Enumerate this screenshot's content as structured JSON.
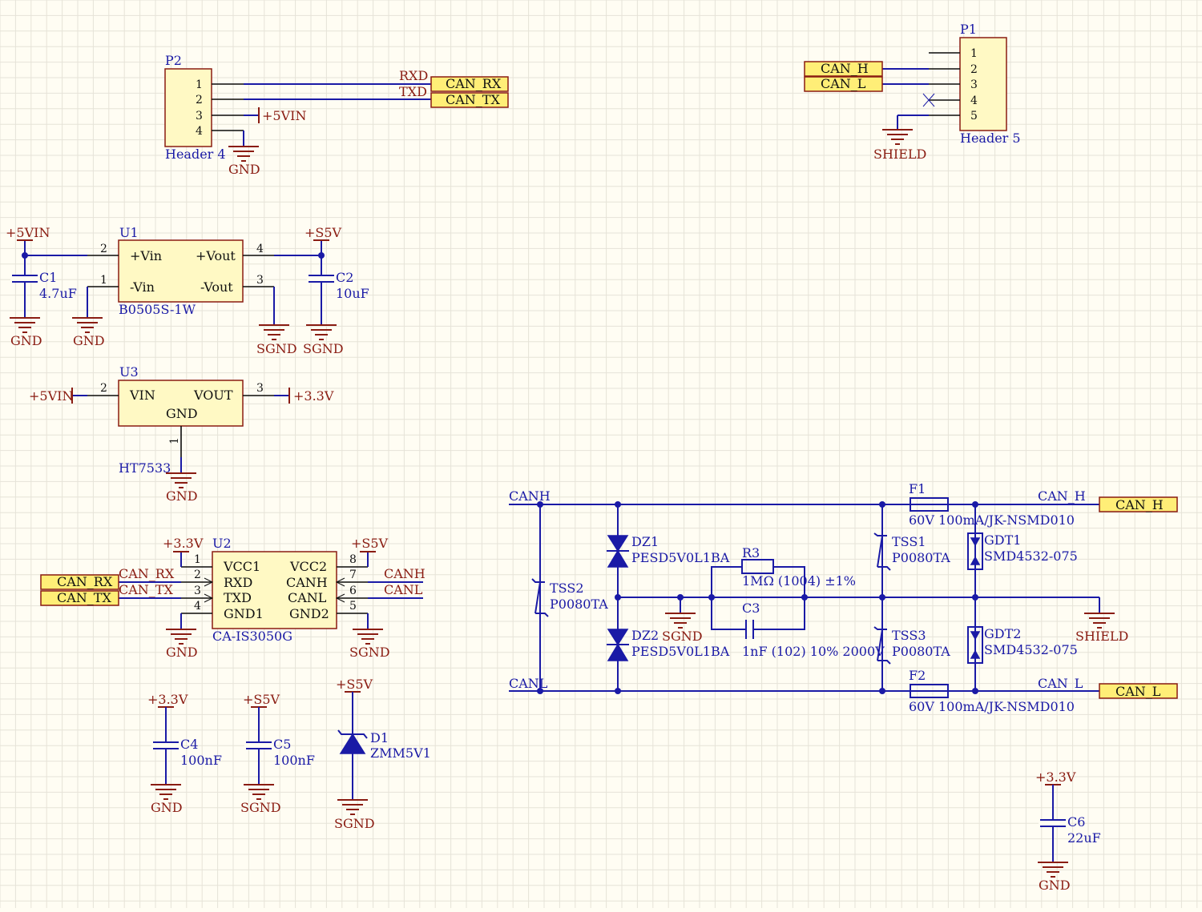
{
  "colors": {
    "background": "#fffdf3",
    "grid": "#e6e3d8",
    "wire": "#1a1aa6",
    "power_symbol": "#8a1c12",
    "component_body": "#fff9c4",
    "port_fill": "#ffee77"
  },
  "p2": {
    "designator": "P2",
    "value": "Header 4",
    "pins": [
      "1",
      "2",
      "3",
      "4"
    ],
    "net_rxd": "RXD",
    "net_txd": "TXD",
    "pwr": "+5VIN",
    "gnd": "GND",
    "port_rx": "CAN_RX",
    "port_tx": "CAN_TX"
  },
  "p1": {
    "designator": "P1",
    "value": "Header 5",
    "pins": [
      "1",
      "2",
      "3",
      "4",
      "5"
    ],
    "port_h": "CAN_H",
    "port_l": "CAN_L",
    "shield": "SHIELD"
  },
  "u1": {
    "designator": "U1",
    "value": "B0505S-1W",
    "pin_vin_pos": "+Vin",
    "pin_vin_neg": "-Vin",
    "pin_vout_pos": "+Vout",
    "pin_vout_neg": "-Vout",
    "pin_nums": [
      "2",
      "1",
      "4",
      "3"
    ]
  },
  "c1": {
    "designator": "C1",
    "value": "4.7uF"
  },
  "c2": {
    "designator": "C2",
    "value": "10uF"
  },
  "u1_nets": {
    "vin": "+5VIN",
    "s5v": "+S5V",
    "gnd": "GND",
    "sgnd": "SGND"
  },
  "u3": {
    "designator": "U3",
    "value": "HT7533",
    "pin_vin": "VIN",
    "pin_vout": "VOUT",
    "pin_gnd": "GND",
    "pin_nums": [
      "2",
      "3",
      "1"
    ],
    "net_in": "+5VIN",
    "net_out": "+3.3V",
    "net_gnd": "GND"
  },
  "u2": {
    "designator": "U2",
    "value": "CA-IS3050G",
    "left_pins": [
      "VCC1",
      "RXD",
      "TXD",
      "GND1"
    ],
    "right_pins": [
      "VCC2",
      "CANH",
      "CANL",
      "GND2"
    ],
    "left_nums": [
      "1",
      "2",
      "3",
      "4"
    ],
    "right_nums": [
      "8",
      "7",
      "6",
      "5"
    ],
    "net_33": "+3.3V",
    "net_s5v": "+S5V",
    "net_canrx": "CAN_RX",
    "net_cantx": "CAN_TX",
    "net_canh": "CANH",
    "net_canl": "CANL",
    "net_gnd": "GND",
    "net_sgnd": "SGND",
    "port_rx": "CAN_RX",
    "port_tx": "CAN_TX"
  },
  "c4": {
    "designator": "C4",
    "value": "100nF",
    "net_top": "+3.3V",
    "net_bot": "GND"
  },
  "c5": {
    "designator": "C5",
    "value": "100nF",
    "net_top": "+S5V",
    "net_bot": "SGND"
  },
  "d1": {
    "designator": "D1",
    "value": "ZMM5V1",
    "net_top": "+S5V",
    "net_bot": "SGND"
  },
  "prot": {
    "net_canh": "CANH",
    "net_canl": "CANL",
    "tss2": {
      "designator": "TSS2",
      "value": "P0080TA"
    },
    "dz1": {
      "designator": "DZ1",
      "value": "PESD5V0L1BA"
    },
    "dz2": {
      "designator": "DZ2",
      "value": "PESD5V0L1BA"
    },
    "sgnd": "SGND",
    "r3": {
      "designator": "R3",
      "value": "1MΩ (1004) ±1%"
    },
    "c3": {
      "designator": "C3",
      "value": "1nF (102) 10% 2000V"
    },
    "tss1": {
      "designator": "TSS1",
      "value": "P0080TA"
    },
    "tss3": {
      "designator": "TSS3",
      "value": "P0080TA"
    },
    "f1": {
      "designator": "F1",
      "value": "60V 100mA/JK-NSMD010"
    },
    "f2": {
      "designator": "F2",
      "value": "60V 100mA/JK-NSMD010"
    },
    "gdt1": {
      "designator": "GDT1",
      "value": "SMD4532-075"
    },
    "gdt2": {
      "designator": "GDT2",
      "value": "SMD4532-075"
    },
    "net_can_h": "CAN_H",
    "net_can_l": "CAN_L",
    "port_h": "CAN_H",
    "port_l": "CAN_L",
    "shield": "SHIELD"
  },
  "c6": {
    "designator": "C6",
    "value": "22uF",
    "net_top": "+3.3V",
    "net_bot": "GND"
  }
}
